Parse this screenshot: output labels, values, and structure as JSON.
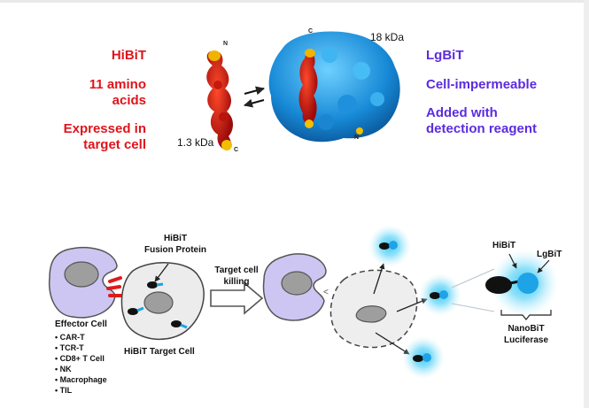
{
  "hibit_panel": {
    "name": "HiBiT",
    "length_line1": "11 amino",
    "length_line2": "acids",
    "expr_line1": "Expressed in",
    "expr_line2": "target cell",
    "mass": "1.3 kDa",
    "n_label": "N",
    "c_label": "C"
  },
  "lgbit_panel": {
    "name": "LgBiT",
    "property": "Cell-impermeable",
    "added_line1": "Added with",
    "added_line2": "detection reagent",
    "mass": "18 kDa",
    "n_label": "N",
    "c_label": "C"
  },
  "assay": {
    "fusion_line1": "HiBiT",
    "fusion_line2": "Fusion Protein",
    "effector_title": "Effector Cell",
    "effector_types": [
      "CAR-T",
      "TCR-T",
      "CD8+ T Cell",
      "NK",
      "Macrophage",
      "TIL"
    ],
    "target_cell_label": "HiBiT Target Cell",
    "arrow_line1": "Target cell",
    "arrow_line2": "killing",
    "zoom_hibit": "HiBiT",
    "zoom_lgbit": "LgBiT",
    "nanobit_line1": "NanoBiT",
    "nanobit_line2": "Luciferase"
  },
  "colors": {
    "hibit_red": "#e0141b",
    "lgbit_blue": "#5b2be0",
    "effector_lavender": "#cdc6f2",
    "glow_cyan": "#35c8f5",
    "lgbit_dot": "#1ea3e6"
  }
}
